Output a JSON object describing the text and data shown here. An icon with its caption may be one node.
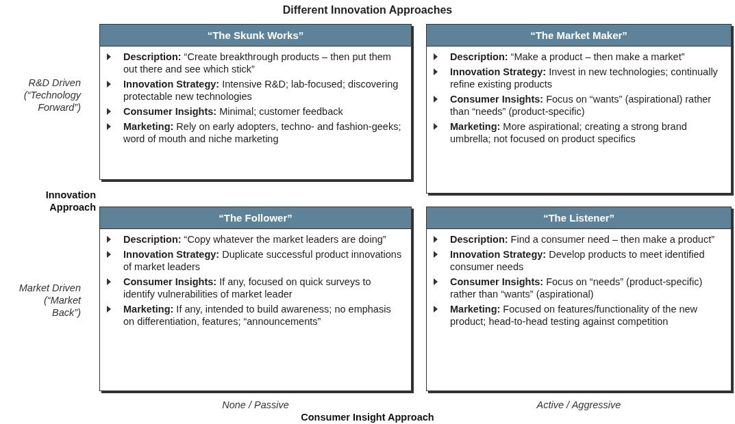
{
  "diagram": {
    "title": "Different Innovation Approaches",
    "nodes": [
      {
        "text": [
          "“The Skunk Works”",
          "**Description:** “Create breakthrough products – then put them out there and see which stick”",
          "**Innovation Strategy:** Intensive R&D; lab-focused; discovering protectable new technologies",
          "**Consumer Insights:** Minimal; customer feedback",
          "**Marketing:** Rely on early adopters, techno- and fashion-geeks; word of mouth and niche marketing"
        ]
      },
      {
        "text": [
          "“The Market Maker”",
          "**Description:** “Make a product – then make a market”",
          "**Innovation Strategy:** Invest in new technologies; continually refine existing products",
          "**Consumer Insights:** Focus on “wants” (aspirational) rather than “needs” (product-specific)",
          "**Marketing:** More aspirational; creating a strong brand umbrella; not focused on product specifics"
        ]
      },
      {
        "text": [
          "“The Follower”",
          "**Description:** “Copy whatever the market leaders are doing”",
          "**Innovation Strategy:** Duplicate successful product innovations of market leaders",
          "**Consumer Insights:** If any, focused on quick surveys to identify vulnerabilities of market leader",
          "**Marketing:** If any, intended to build awareness; no emphasis on differentiation, features; “announcements”"
        ]
      },
      {
        "text": [
          "“The Listener”",
          "**Description:** Find a consumer need – then make a product”",
          "**Innovation Strategy:** Develop products to meet identified consumer needs",
          "**Consumer Insights:** Focus on “needs” (product-specific) rather than “wants” (aspirational)",
          "**Marketing:** Focused on features/functionality of the new product; head-to-head testing against competition"
        ]
      }
    ],
    "labels": [
      "R&D Driven (“Technology Forward”)",
      "Innovation Approach",
      "Market Driven (“Market Back”)",
      "None / Passive",
      "Active / Aggressive",
      "Consumer Insight Approach"
    ]
  }
}
